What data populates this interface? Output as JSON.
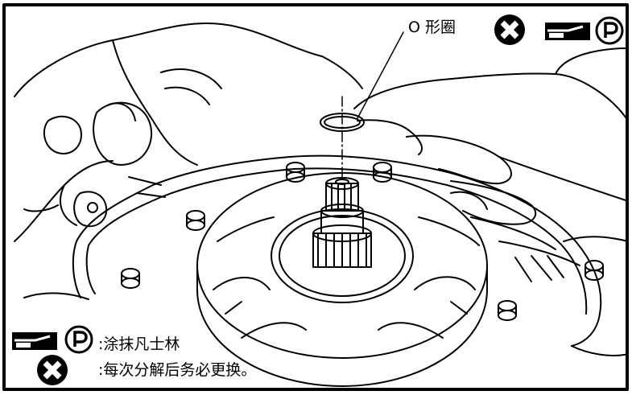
{
  "callout": {
    "label": "O 形圈"
  },
  "legend": {
    "items": [
      {
        "icon": "grease-tube-icon+petroleum-jelly-icon",
        "text": ":涂抹凡士林"
      },
      {
        "icon": "replace-cross-icon",
        "text": ":每次分解后务必更换。"
      }
    ]
  },
  "colors": {
    "ink": "#000000",
    "paper": "#ffffff"
  }
}
